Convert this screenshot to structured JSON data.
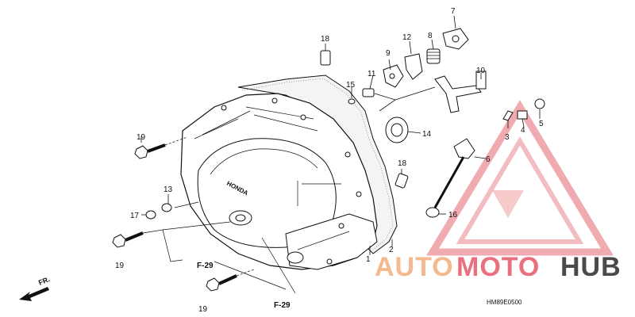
{
  "callouts": {
    "c1": "1",
    "c2": "2",
    "c3": "3",
    "c4": "4",
    "c5": "5",
    "c6": "6",
    "c7": "7",
    "c8": "8",
    "c9": "9",
    "c10": "10",
    "c11": "11",
    "c12": "12",
    "c13": "13",
    "c14": "14",
    "c15": "15",
    "c16": "16",
    "c17": "17",
    "c18a": "18",
    "c18b": "18",
    "c19a": "19",
    "c19b": "19",
    "c19c": "19"
  },
  "refs": {
    "f29a": "F-29",
    "f29b": "F-29"
  },
  "front_label": "FR.",
  "diagram_code": "HM89E0500",
  "cover_logo": "HONDA",
  "watermark": {
    "auto": "AUTO",
    "moto": "MOTO",
    "hub": "HUB",
    "color_auto": "#f3b98f",
    "color_moto": "#e8707f",
    "color_hub": "#4a4a4a"
  }
}
